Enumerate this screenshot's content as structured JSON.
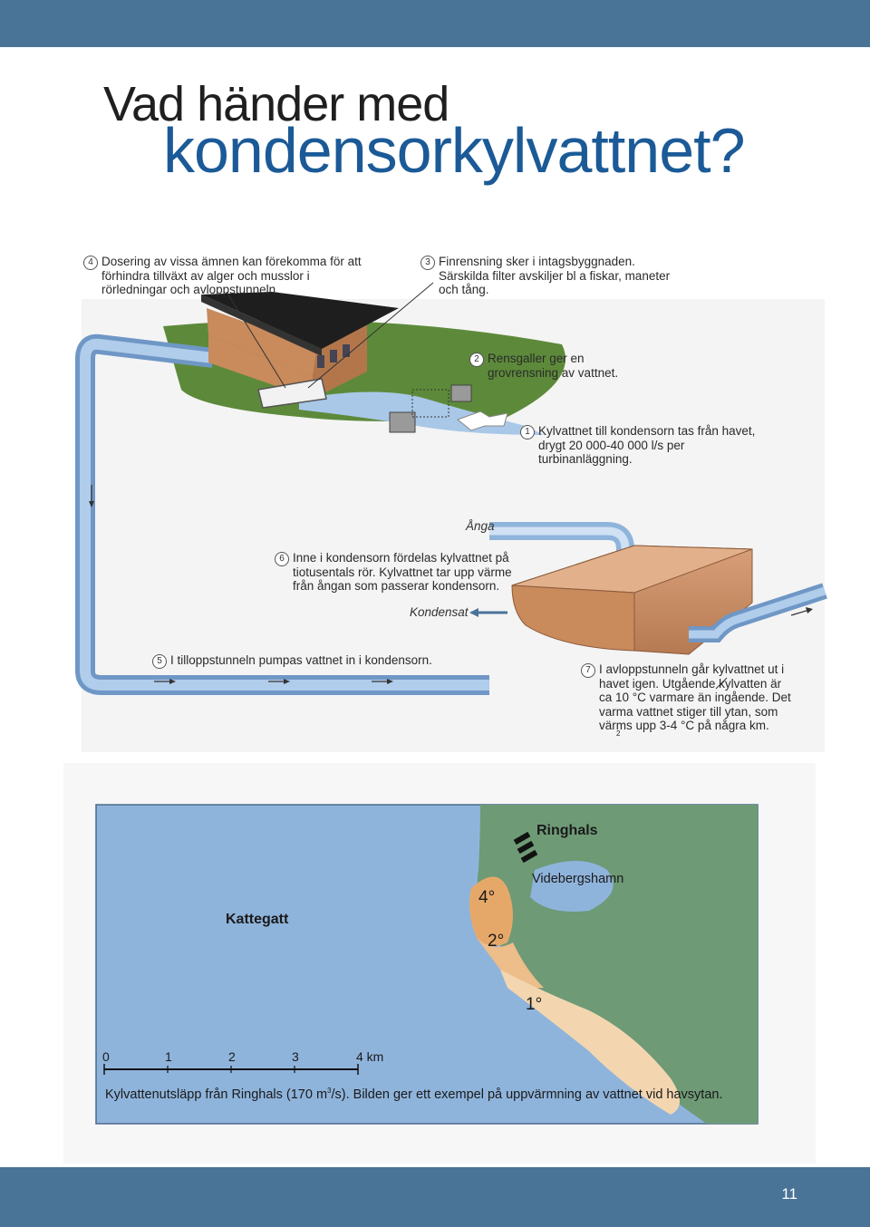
{
  "header": {
    "title_line1": "Vad händer med",
    "title_line2": "kondensorkylvattnet?"
  },
  "notes": [
    {
      "num": "4",
      "text": "Dosering av vissa ämnen kan förekomma för att förhindra tillväxt av alger och musslor i rörledningar och avloppstunneln."
    },
    {
      "num": "3",
      "text": "Finrensning sker i intagsbyggnaden. Särskilda filter avskiljer bl a fiskar, maneter och tång."
    },
    {
      "num": "2",
      "text": "Rensgaller ger en grovrensning av vattnet."
    },
    {
      "num": "1",
      "text": "Kylvattnet till kondensorn tas från havet, drygt 20 000-40 000 l/s per turbinanläggning."
    },
    {
      "num": "6",
      "text": "Inne i kondensorn fördelas kylvattnet på tiotusentals rör. Kylvattnet tar upp värme från ångan som passerar kondensorn."
    },
    {
      "num": "5",
      "text": "I tilloppstunneln pumpas vattnet in i kondensorn."
    },
    {
      "num": "7",
      "text": "I avloppstunneln går kylvattnet ut i havet igen. Utgående kylvatten är ca 10 °C varmare än ingående. Det varma vattnet stiger till ytan, som värms upp 3-4 °C på några km."
    }
  ],
  "diagram_labels": {
    "steam": "Ånga",
    "condensate": "Kondensat"
  },
  "map": {
    "sea": "Kattegatt",
    "plant": "Ringhals",
    "harbour": "Videbergshamn",
    "isotherms": [
      "4°",
      "2°",
      "1°"
    ],
    "scale": [
      "0",
      "1",
      "2",
      "3",
      "4 km"
    ],
    "caption_a": "Kylvattenutsläpp från Ringhals (170 m",
    "caption_sup": "3",
    "caption_b": "/s). Bilden ger ett exempel på uppvärmning av vattnet vid havsytan."
  },
  "footnote_mark": "2",
  "footer": {
    "page": "11"
  },
  "colors": {
    "band": "#4a7398",
    "title_blue": "#1b5a97",
    "water": "#8fb4dc",
    "land": "#6e9a76",
    "warm": "#e6a869"
  }
}
